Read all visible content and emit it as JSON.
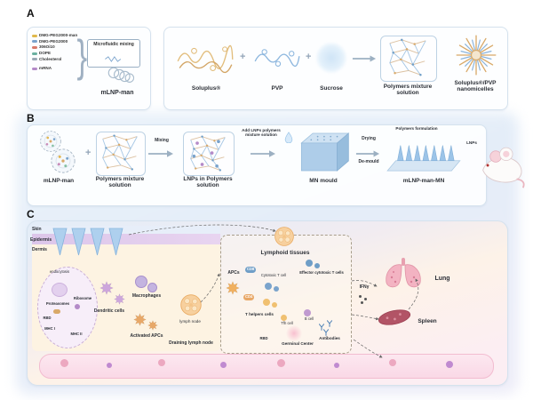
{
  "symbols": {
    "plus": "+",
    "brace": "}"
  },
  "panels": {
    "a": "A",
    "b": "B",
    "c": "C"
  },
  "panel_a": {
    "ingredients": [
      "DMG-PEG2000-man",
      "DMG-PEG2000",
      "306Oi10",
      "DOPE",
      "Cholesterol",
      "mRNA"
    ],
    "microfluidic_mixing": "Microfluidic mixing",
    "mlnp_man": "mLNP-man",
    "soluplus": "Soluplus®",
    "pvp": "PVP",
    "sucrose": "Sucrose",
    "polymers_mixture": "Polymers mixture solution",
    "nanomicelles": "Soluplus®/PVP nanomicelles"
  },
  "panel_b": {
    "mlnp_man": "mLNP-man",
    "polymers_mixture": "Polymers mixture solution",
    "mixing": "Mixing",
    "lnps_in_polymers": "LNPs in Polymers solution",
    "add_lnps": "Add LNPs polymers mixture solution",
    "mn_mould": "MN mould",
    "drying": "Drying",
    "de_mould": "De-mould",
    "polymers_formulation": "Polymers formulation",
    "lnps": "LNPs",
    "mlnp_man_mn": "mLNP-man-MN"
  },
  "panel_c": {
    "skin": "Skin",
    "epidermis": "Epidermis",
    "dermis": "Dermis",
    "endocytosis": "endocytosis",
    "proteasomes": "Proteasomes",
    "ribosome": "Ribosome",
    "rbd": "RBD",
    "mhc_i": "MHC I",
    "mhc_ii": "MHC II",
    "dendritic_cells": "Dendritic cells",
    "macrophages": "Macrophages",
    "activated_apcs": "Activated APCs",
    "lymph_node": "lymph node",
    "draining_lymph_node": "Draining lymph node",
    "lymphoid_tissues": "Lymphoid tissues",
    "apcs": "APCs",
    "cd8": "CD8",
    "cytotoxic_t_cell": "Cytotoxic T cell",
    "effector": "Effector cytotoxic T cells",
    "cd4": "CD4",
    "t_helpers": "T helpers cells",
    "tfh_cell": "Tfh cell",
    "b_cell": "B cell",
    "rbd2": "RBD",
    "germinal_center": "Germinal Center",
    "antibodies": "Antibodies",
    "ifn": "IFNγ",
    "lung": "Lung",
    "spleen": "Spleen"
  }
}
